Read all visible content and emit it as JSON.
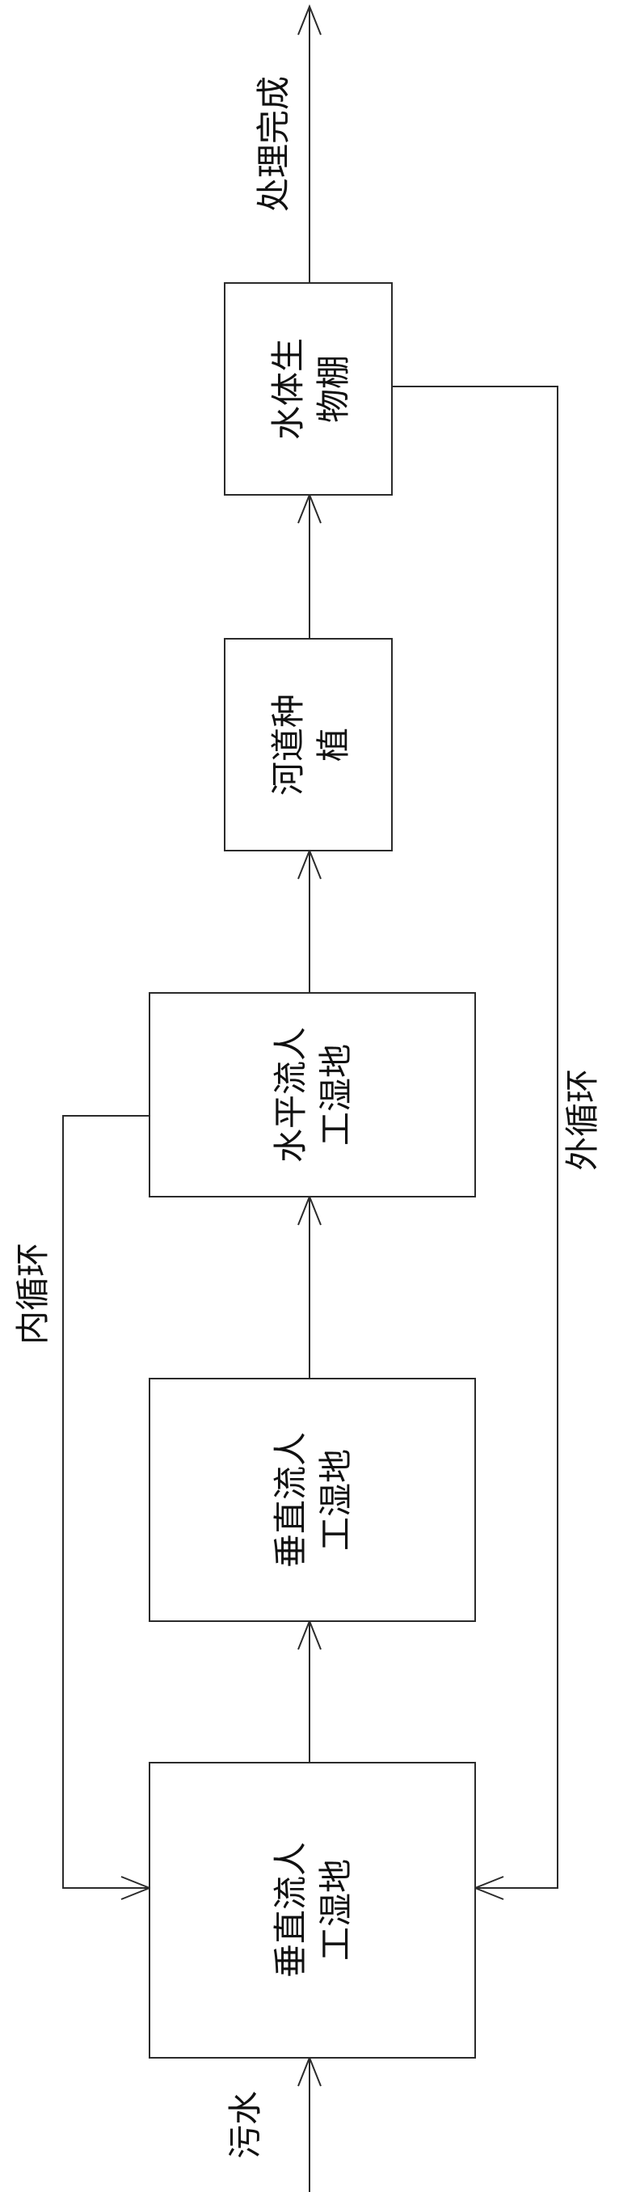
{
  "diagram": {
    "orientation": "rotated -90deg (flow runs bottom to top)",
    "input_label": "污水",
    "output_label": "处理完成",
    "inner_loop_label": "内循环",
    "outer_loop_label": "外循环",
    "stages": [
      {
        "id": "stage1",
        "line1": "垂直流人",
        "line2": "工湿地"
      },
      {
        "id": "stage2",
        "line1": "垂直流人",
        "line2": "工湿地"
      },
      {
        "id": "stage3",
        "line1": "水平流人",
        "line2": "工湿地"
      },
      {
        "id": "stage4",
        "line1": "河道种",
        "line2": "植"
      },
      {
        "id": "stage5",
        "line1": "水体生",
        "line2": "物棚"
      }
    ]
  }
}
